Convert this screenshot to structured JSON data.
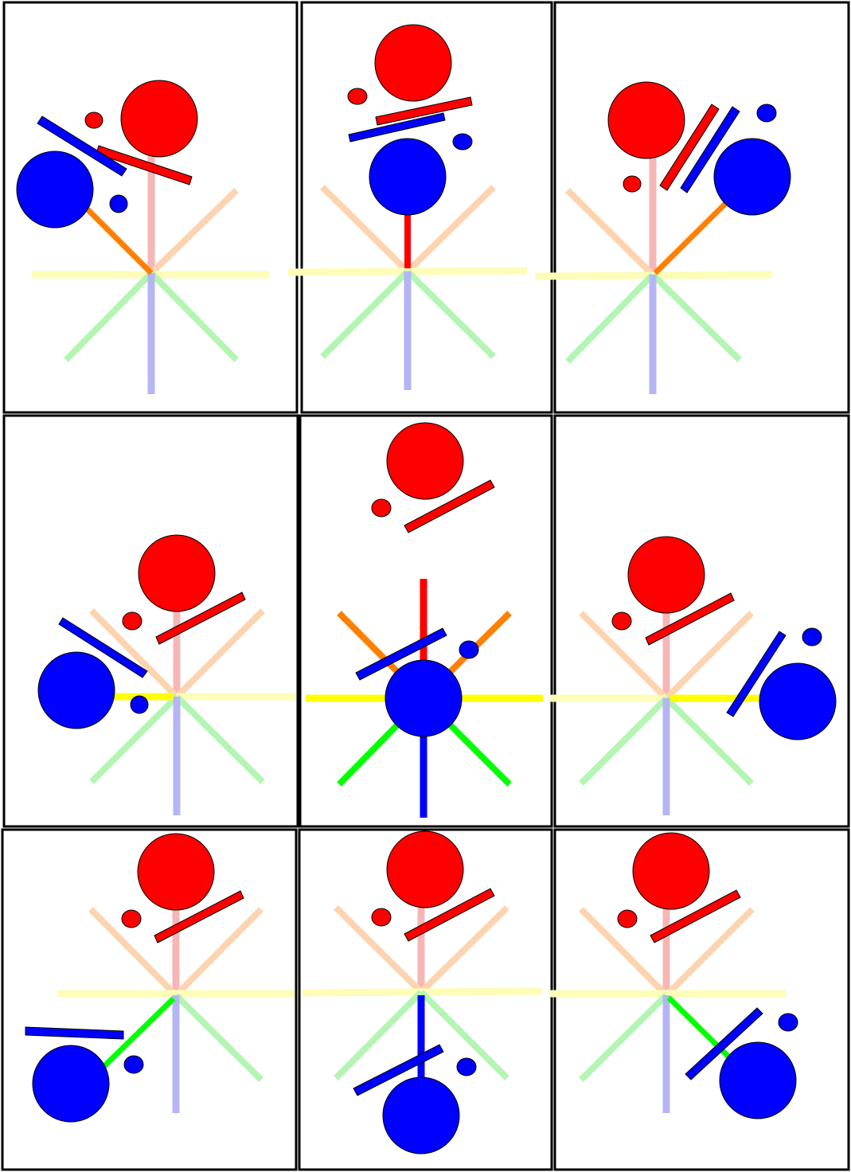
{
  "colors": {
    "border": "#000000",
    "red": "#ff0000",
    "blue": "#0000ff",
    "orange": "#ff7f00",
    "yellow": "#ffff00",
    "green": "#00ff00",
    "faded_red": "#f7b6b6",
    "faded_orange": "#fdd3b0",
    "faded_yellow": "#fdfdb8",
    "faded_green": "#b3f5b3",
    "faded_blue": "#b5b5f5"
  },
  "panels": [
    {
      "id": "row1-col1",
      "highlighted_ray": "up-left",
      "blue_ball": "upper-left"
    },
    {
      "id": "row1-col2",
      "highlighted_ray": "up",
      "blue_ball": "top"
    },
    {
      "id": "row1-col3",
      "highlighted_ray": "up-right",
      "blue_ball": "upper-right"
    },
    {
      "id": "row2-col1",
      "highlighted_ray": "left",
      "blue_ball": "left"
    },
    {
      "id": "row2-col2",
      "highlighted_ray": "all",
      "blue_ball": "center"
    },
    {
      "id": "row2-col3",
      "highlighted_ray": "right",
      "blue_ball": "right"
    },
    {
      "id": "row3-col1",
      "highlighted_ray": "down-left",
      "blue_ball": "lower-left"
    },
    {
      "id": "row3-col2",
      "highlighted_ray": "down",
      "blue_ball": "bottom"
    },
    {
      "id": "row3-col3",
      "highlighted_ray": "down-right",
      "blue_ball": "lower-right"
    }
  ]
}
